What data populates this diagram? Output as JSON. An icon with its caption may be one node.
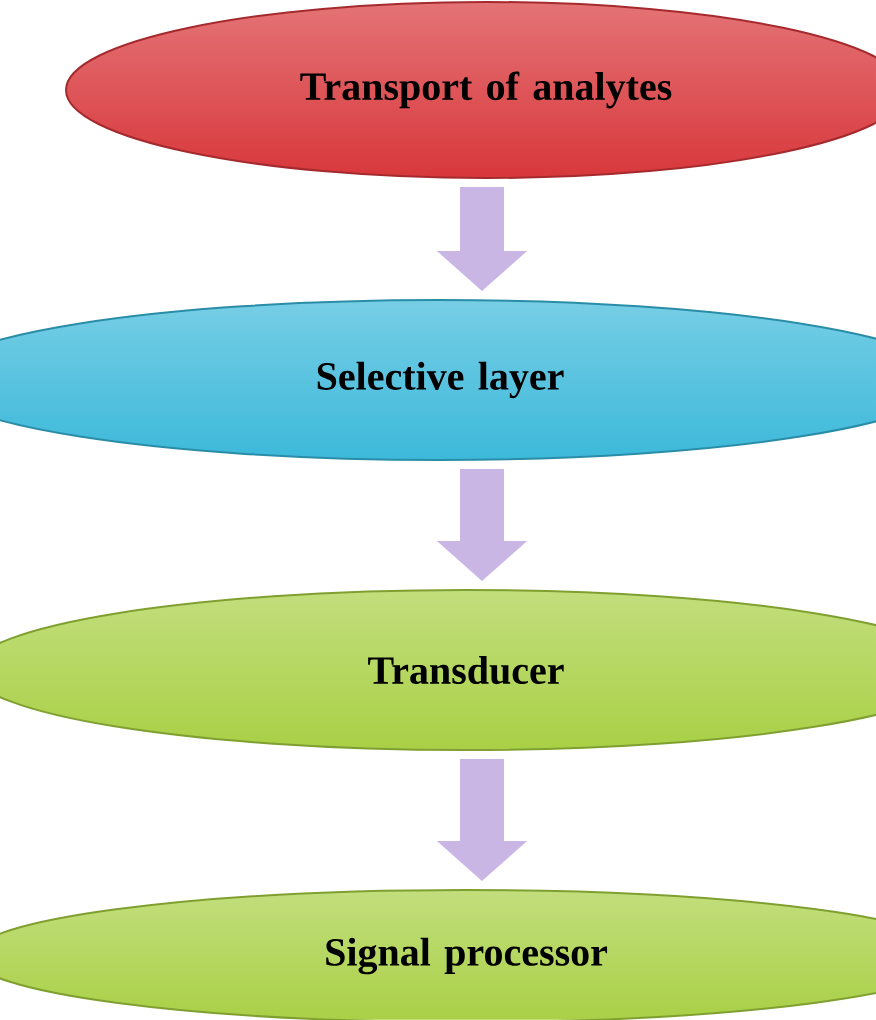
{
  "diagram": {
    "nodes": [
      {
        "text": [
          "Transport of analytes"
        ]
      },
      {
        "text": [
          "Selective layer"
        ]
      },
      {
        "text": [
          "Transducer"
        ]
      },
      {
        "text": [
          "Signal processor"
        ]
      }
    ],
    "edges": [
      {
        "from": 0,
        "to": 1,
        "arrow": "to"
      },
      {
        "from": 1,
        "to": 2,
        "arrow": "to"
      },
      {
        "from": 2,
        "to": 3,
        "arrow": "to"
      }
    ]
  }
}
